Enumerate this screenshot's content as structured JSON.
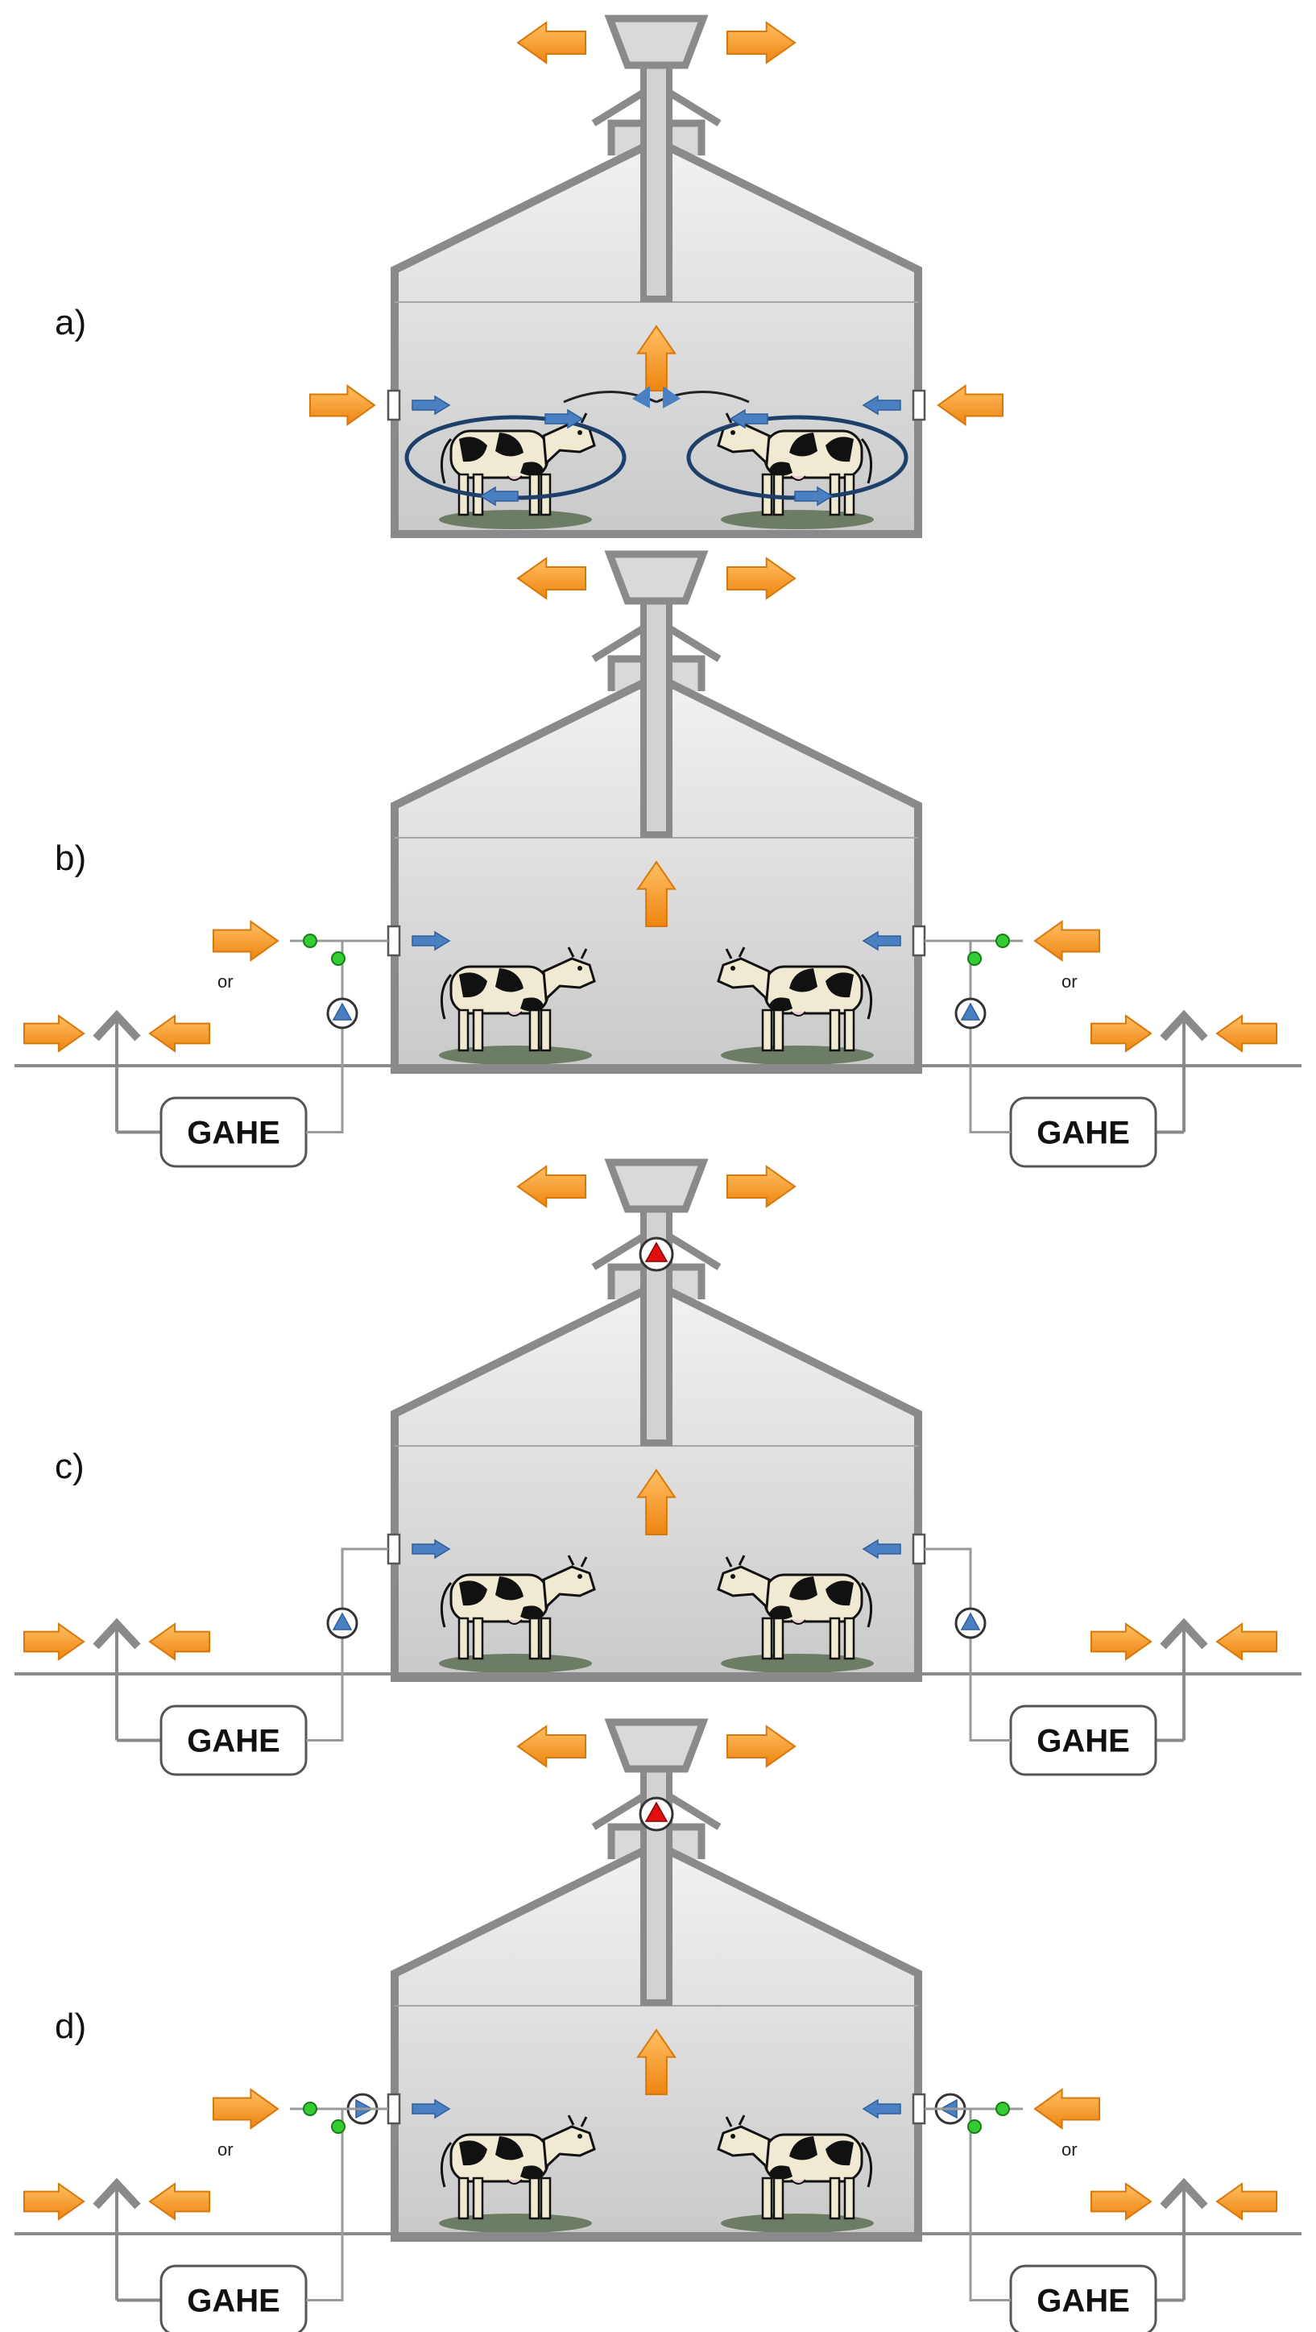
{
  "panels": [
    {
      "id": "a",
      "label": "a)",
      "gahe": false,
      "mechanical_exhaust": false,
      "supply_fan": "none",
      "bypass": false
    },
    {
      "id": "b",
      "label": "b)",
      "gahe": true,
      "mechanical_exhaust": false,
      "supply_fan": "vertical",
      "bypass": true
    },
    {
      "id": "c",
      "label": "c)",
      "gahe": true,
      "mechanical_exhaust": true,
      "supply_fan": "vertical",
      "bypass": false
    },
    {
      "id": "d",
      "label": "d)",
      "gahe": true,
      "mechanical_exhaust": true,
      "supply_fan": "horizontal",
      "bypass": true
    }
  ],
  "texts": {
    "gahe": "GAHE",
    "or": "or"
  },
  "colors": {
    "orange_arrow": "#F39A1E",
    "blue_arrow": "#4A7FC1",
    "building_outline": "#8A8A8A",
    "building_fill": "#E6E6E6",
    "exhaust_fan": "#E01010",
    "valve": "#33CC33",
    "ground_line": "#8A8A8A"
  },
  "icons": {
    "animal": "cow-icon",
    "fan": "fan-icon",
    "valve": "valve-icon",
    "air_flow": "orange-arrow-icon",
    "inlet_flow": "blue-arrow-icon"
  }
}
